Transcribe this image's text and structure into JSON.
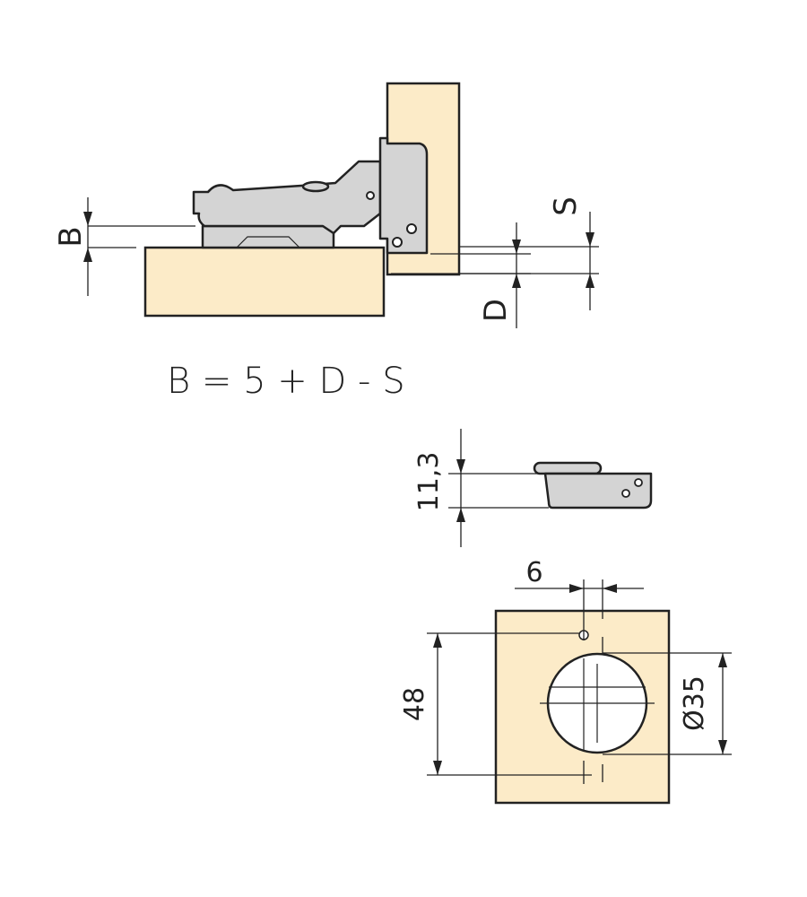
{
  "labels": {
    "B": "B",
    "S": "S",
    "D": "D",
    "formula": "B = 5 + D - S",
    "height": "11,3",
    "offset": "6",
    "spacing": "48",
    "diameter": "Ø35"
  },
  "colors": {
    "wood": "#fcebc8",
    "metal": "#d4d4d4",
    "line": "#222222"
  }
}
